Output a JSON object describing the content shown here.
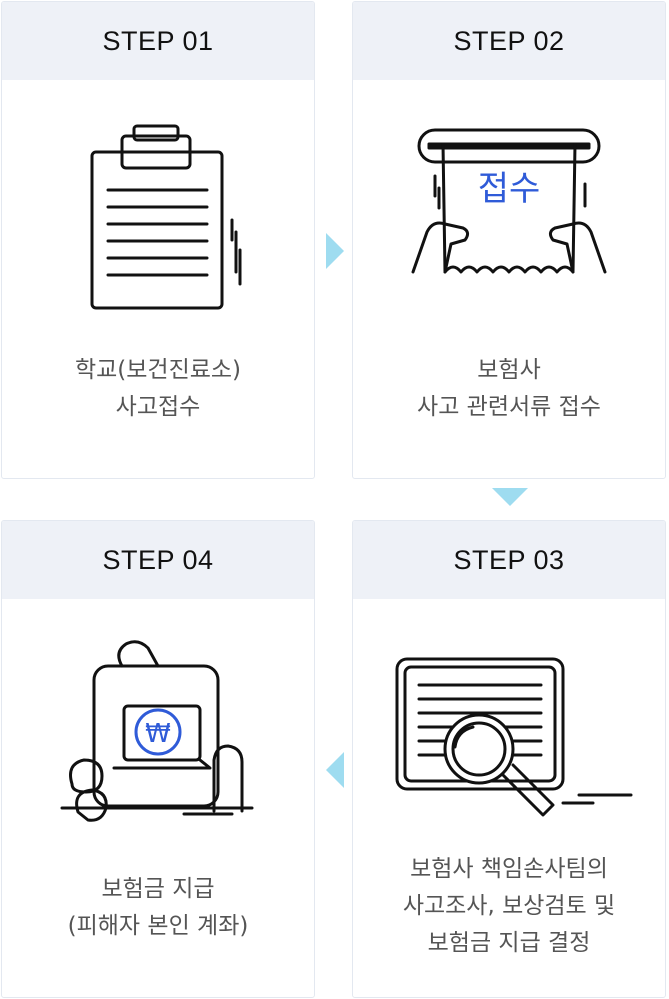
{
  "steps": [
    {
      "label": "STEP 01",
      "lines": [
        "학교(보건진료소)",
        "사고접수"
      ],
      "icon": "clipboard-icon"
    },
    {
      "label": "STEP 02",
      "lines": [
        "보험사",
        "사고 관련서류 접수"
      ],
      "icon": "receipt-icon",
      "icon_text": "접수"
    },
    {
      "label": "STEP 03",
      "lines": [
        "보험사 책임손사팀의",
        "사고조사, 보상검토 및",
        "보험금 지급 결정"
      ],
      "icon": "document-search-icon"
    },
    {
      "label": "STEP 04",
      "lines": [
        "보험금 지급",
        "(피해자 본인 계좌)"
      ],
      "icon": "won-payment-icon",
      "icon_text": "₩"
    }
  ],
  "colors": {
    "arrow": "#9edcf0",
    "header_bg": "#eef1f7",
    "border": "#e3e8f0",
    "accent": "#2f5bd8"
  }
}
